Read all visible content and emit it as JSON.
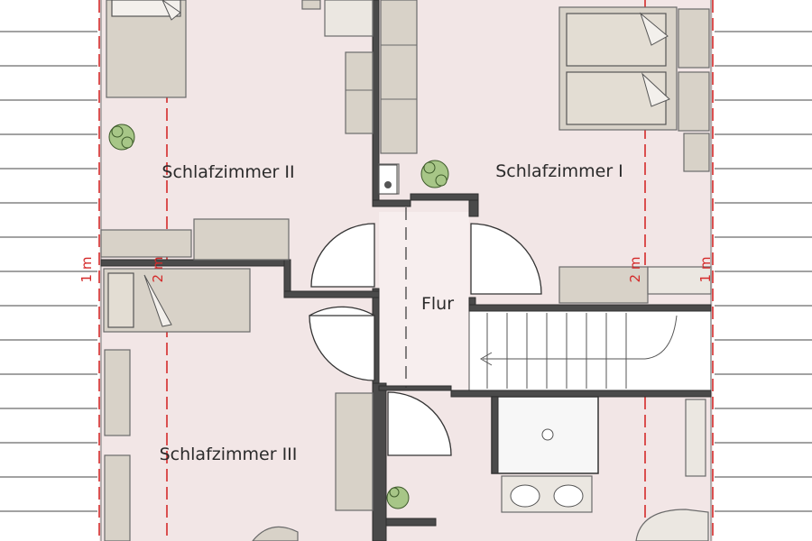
{
  "rooms": {
    "bedroom_1": "Schlafzimmer I",
    "bedroom_2": "Schlafzimmer II",
    "bedroom_3": "Schlafzimmer III",
    "hallway": "Flur"
  },
  "dimension_markers": {
    "one_meter": "1 m",
    "two_meter": "2 m"
  },
  "colors": {
    "floor": "#f2e6e6",
    "wall": "#4a4a4a",
    "dimension_line": "#d42a2a",
    "furniture": "#d8d2c8"
  }
}
